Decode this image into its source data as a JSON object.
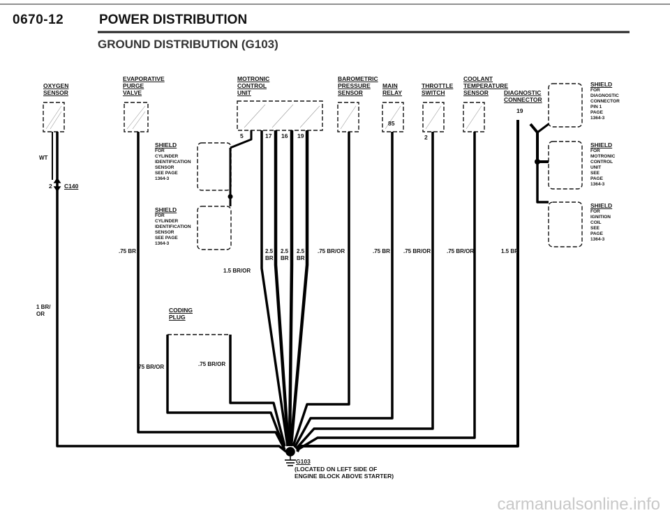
{
  "header": {
    "section_number": "0670-12",
    "section_title": "POWER DISTRIBUTION",
    "subtitle": "GROUND DISTRIBUTION (G103)"
  },
  "components": {
    "oxygen_sensor": [
      "OXYGEN",
      "SENSOR"
    ],
    "evap_purge_valve": [
      "EVAPORATIVE",
      "PURGE",
      "VALVE"
    ],
    "motronic_control_unit": [
      "MOTRONIC",
      "CONTROL",
      "UNIT"
    ],
    "barometric_pressure_sensor": [
      "BAROMETRIC",
      "PRESSURE",
      "SENSOR"
    ],
    "main_relay": [
      "MAIN",
      "RELAY"
    ],
    "throttle_switch": [
      "THROTTLE",
      "SWITCH"
    ],
    "coolant_temp_sensor": [
      "COOLANT",
      "TEMPERATURE",
      "SENSOR"
    ],
    "diagnostic_connector": [
      "DIAGNOSTIC",
      "CONNECTOR"
    ],
    "coding_plug": [
      "CODING",
      "PLUG"
    ]
  },
  "pins": {
    "mcu": [
      "5",
      "17",
      "16",
      "19"
    ],
    "main_relay": "85",
    "throttle_switch": "2",
    "diagnostic_connector": "19",
    "c140_pin": "2",
    "c140_name": "C140"
  },
  "shields": [
    {
      "title": "SHIELD",
      "lines": [
        "FOR",
        "CYLINDER",
        "IDENTIFICATION",
        "SENSOR",
        "SEE PAGE",
        "1364-3"
      ]
    },
    {
      "title": "SHIELD",
      "lines": [
        "FOR",
        "CYLINDER",
        "IDENTIFICATION",
        "SENSOR",
        "SEE PAGE",
        "1364-3"
      ]
    },
    {
      "title": "SHIELD",
      "lines": [
        "FOR",
        "DIAGNOSTIC",
        "CONNECTOR",
        "PIN 1",
        "PAGE",
        "1364-3"
      ]
    },
    {
      "title": "SHIELD",
      "lines": [
        "FOR",
        "MOTRONIC",
        "CONTROL",
        "UNIT",
        "SEE",
        "PAGE",
        "1364-3"
      ]
    },
    {
      "title": "SHIELD",
      "lines": [
        "FOR",
        "IGNITION",
        "COIL",
        "SEE",
        "PAGE",
        "1364-3"
      ]
    }
  ],
  "wires": {
    "oxygen_wt": "WT",
    "oxygen_main": [
      "1 BR/",
      "OR"
    ],
    "evap": ".75 BR",
    "mcu_main": "1.5 BR/OR",
    "mcu_a": [
      "2.5",
      "BR"
    ],
    "mcu_b": [
      "2.5",
      "BR"
    ],
    "mcu_c": [
      "2.5",
      "BR"
    ],
    "baro": ".75 BR/OR",
    "main_relay": ".75 BR",
    "throttle": ".75 BR/OR",
    "coolant": ".75 BR/OR",
    "diag": "1.5 BR",
    "coding_left": ".75 BR/OR",
    "coding_right": ".75 BR/OR"
  },
  "ground": {
    "name": "G103",
    "note": [
      "(LOCATED ON LEFT SIDE OF",
      "ENGINE BLOCK ABOVE STARTER)"
    ]
  },
  "watermark": "carmanualsonline.info"
}
